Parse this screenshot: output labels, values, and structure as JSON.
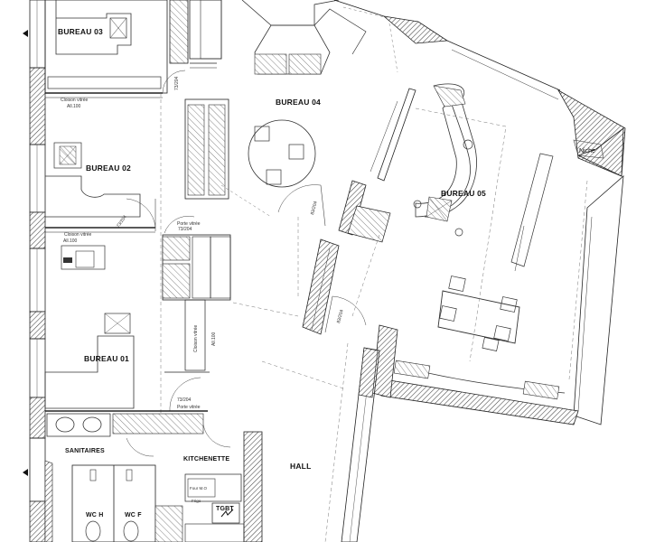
{
  "rooms": {
    "bureau_03": "BUREAU 03",
    "bureau_04": "BUREAU 04",
    "bureau_02": "BUREAU 02",
    "bureau_05": "BUREAU 05",
    "bureau_01": "BUREAU 01",
    "sanitaires": "SANITAIRES",
    "kitchenette": "KITCHENETTE",
    "hall": "HALL",
    "wc_h": "WC  H",
    "wc_f": "WC  F",
    "niche": "Niche",
    "tgbt": "TGBT"
  },
  "annotations": {
    "cloison_vitree": "Cloison vitrée",
    "all_100": "All.100",
    "porte_vitree": "Porte vitrée",
    "door_73_204": "73/204",
    "door_83_204": "83/204",
    "four_mo": "Four M.O",
    "frigo": "Frigo"
  },
  "colors": {
    "line": "#222222",
    "hatch": "#555555",
    "furniture": "#333333",
    "dashed": "#777777"
  }
}
